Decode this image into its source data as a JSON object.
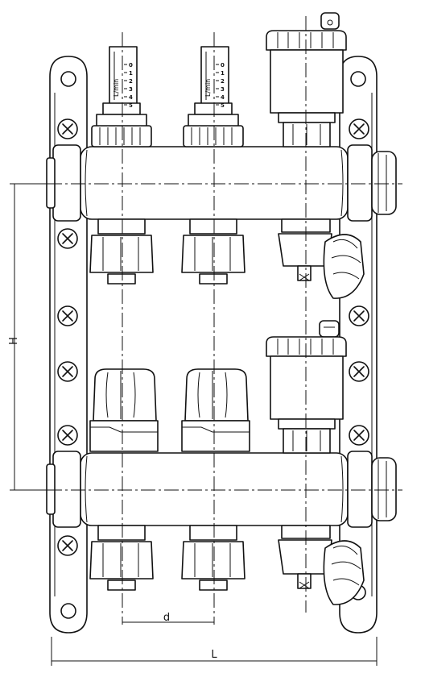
{
  "drawing": {
    "dimensions": {
      "height_label": "H",
      "spacing_label": "d",
      "length_label": "L"
    },
    "flowmeter": {
      "unit_label": "L/min",
      "scale_values": [
        "0",
        "1",
        "2",
        "3",
        "4",
        "5"
      ]
    },
    "colors": {
      "stroke": "#111111",
      "background": "#ffffff"
    }
  }
}
